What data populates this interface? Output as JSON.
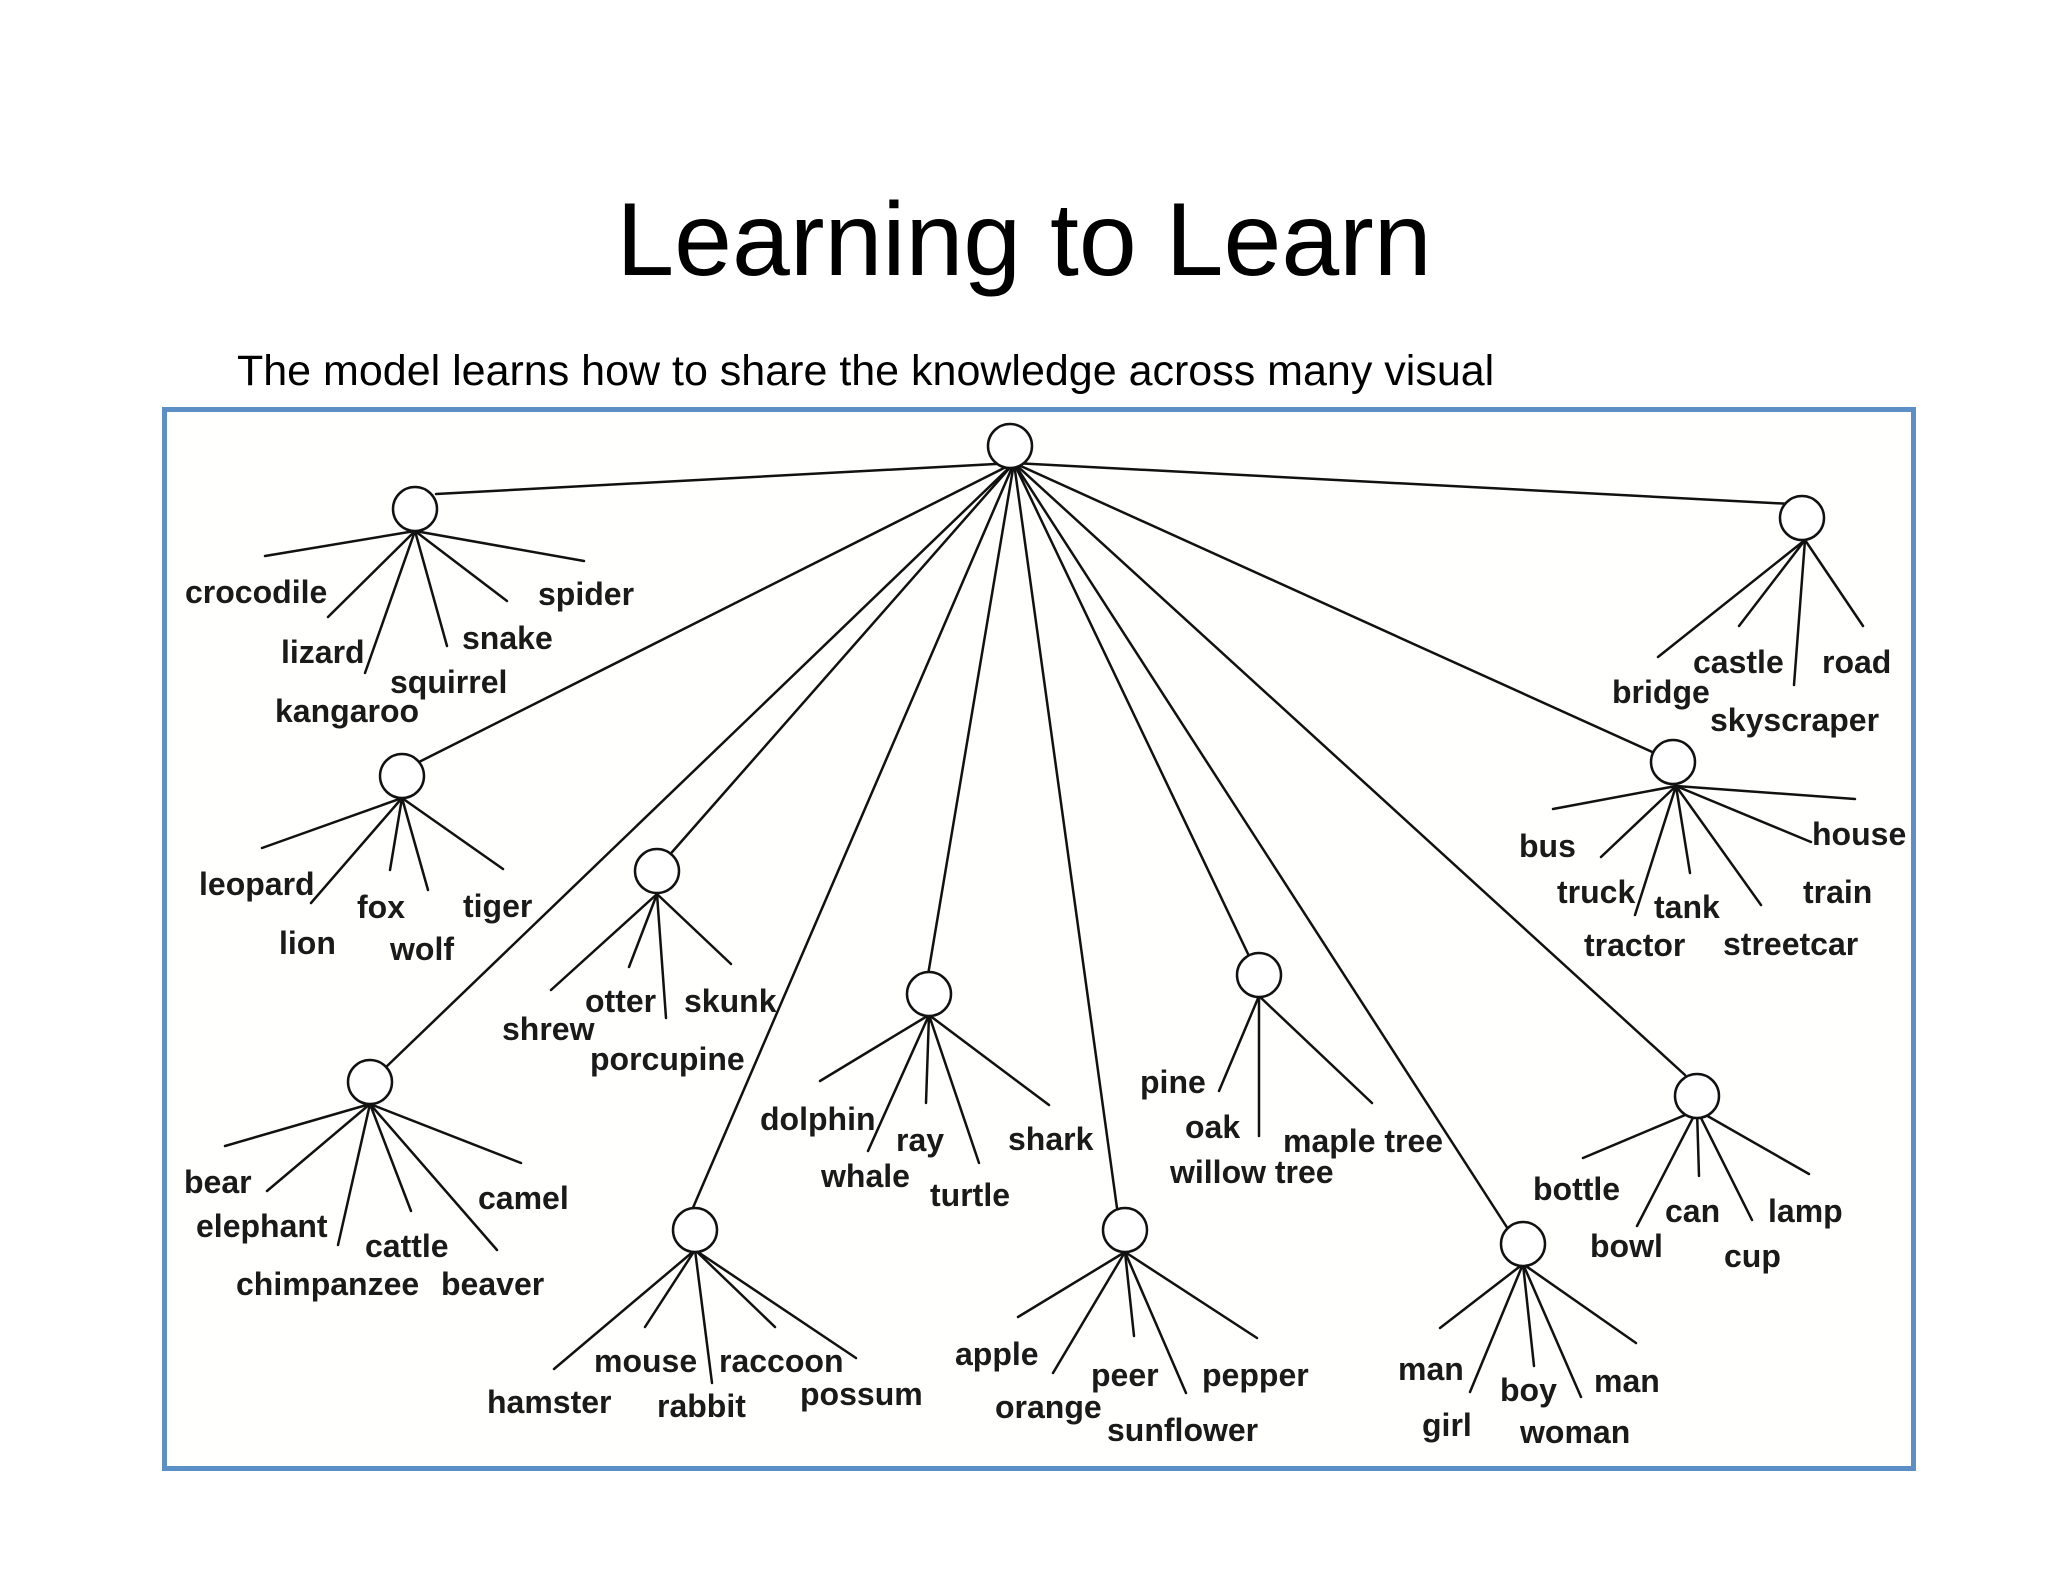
{
  "title": "Learning to Learn",
  "subtitle": "The model learns how to share the knowledge across many visual",
  "tree": {
    "groups": [
      {
        "name": "reptiles-group",
        "labels": [
          "crocodile",
          "spider",
          "lizard",
          "snake",
          "squirrel",
          "kangaroo"
        ]
      },
      {
        "name": "big-cats-group",
        "labels": [
          "leopard",
          "fox",
          "tiger",
          "lion",
          "wolf"
        ]
      },
      {
        "name": "large-mammals-group",
        "labels": [
          "bear",
          "camel",
          "elephant",
          "cattle",
          "chimpanzee",
          "beaver"
        ]
      },
      {
        "name": "small-mammals-group",
        "labels": [
          "otter",
          "skunk",
          "shrew",
          "porcupine"
        ]
      },
      {
        "name": "rodents-group",
        "labels": [
          "mouse",
          "raccoon",
          "hamster",
          "rabbit",
          "possum"
        ]
      },
      {
        "name": "aquatic-group",
        "labels": [
          "dolphin",
          "ray",
          "shark",
          "whale",
          "turtle"
        ]
      },
      {
        "name": "produce-group",
        "labels": [
          "apple",
          "peer",
          "pepper",
          "orange",
          "sunflower"
        ]
      },
      {
        "name": "trees-group",
        "labels": [
          "pine",
          "oak",
          "maple tree",
          "willow tree"
        ]
      },
      {
        "name": "people-group",
        "labels": [
          "man",
          "boy",
          "man",
          "girl",
          "woman"
        ]
      },
      {
        "name": "household-group",
        "labels": [
          "bottle",
          "can",
          "lamp",
          "bowl",
          "cup"
        ]
      },
      {
        "name": "vehicles-group",
        "labels": [
          "bus",
          "house",
          "truck",
          "tank",
          "train",
          "tractor",
          "streetcar"
        ]
      },
      {
        "name": "structures-group",
        "labels": [
          "castle",
          "road",
          "bridge",
          "skyscraper"
        ]
      }
    ]
  }
}
